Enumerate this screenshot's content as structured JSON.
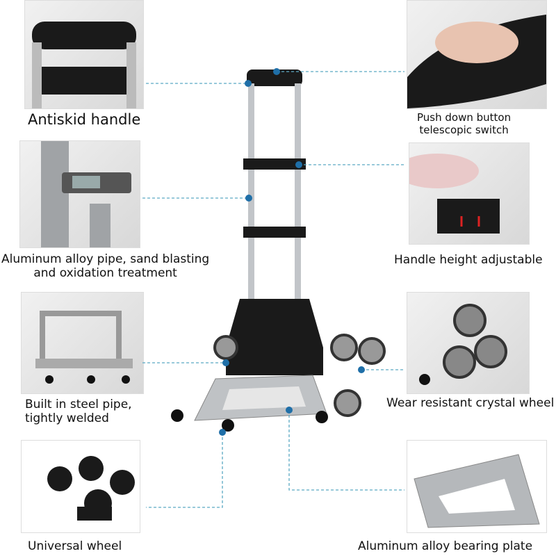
{
  "features": [
    {
      "id": "antiskid-handle",
      "lines": [
        "Antiskid handle"
      ]
    },
    {
      "id": "push-button",
      "lines": [
        "Push down button",
        "telescopic switch"
      ]
    },
    {
      "id": "alloy-pipe",
      "lines": [
        "Aluminum alloy pipe, sand blasting",
        "and oxidation treatment"
      ]
    },
    {
      "id": "height-adjustable",
      "lines": [
        "Handle height adjustable"
      ]
    },
    {
      "id": "steel-pipe",
      "lines": [
        "Built in steel pipe,",
        "tightly welded"
      ]
    },
    {
      "id": "crystal-wheel",
      "lines": [
        "Wear resistant crystal wheel"
      ]
    },
    {
      "id": "universal-wheel",
      "lines": [
        "Universal wheel"
      ]
    },
    {
      "id": "bearing-plate",
      "lines": [
        "Aluminum alloy bearing plate"
      ]
    }
  ],
  "colors": {
    "dot": "#1f6fa8",
    "leader": "#5aa9c4",
    "frame": "#1a1a1a",
    "metal": "#b9bcc0"
  }
}
